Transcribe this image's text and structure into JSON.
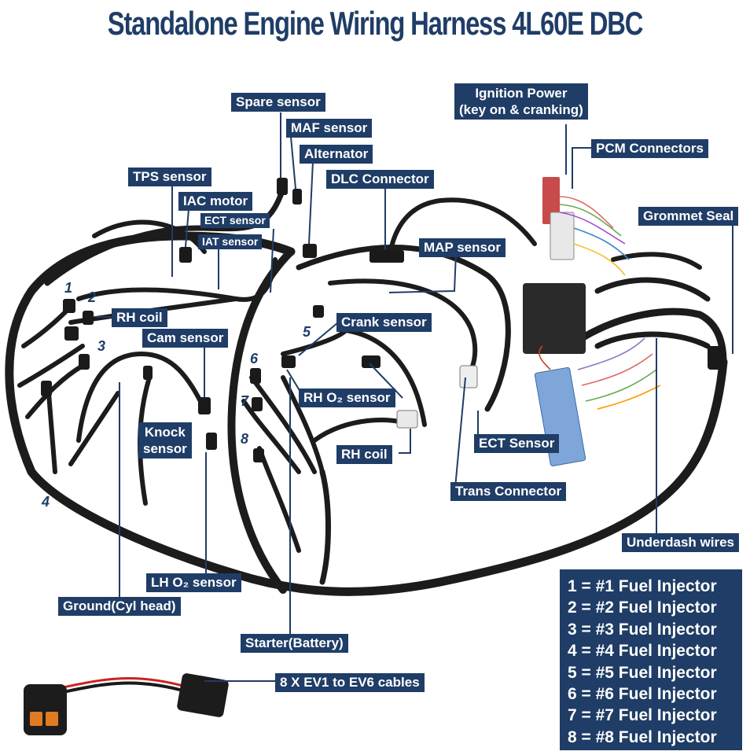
{
  "title": "Standalone Engine Wiring Harness 4L60E  DBC",
  "labels": {
    "spare_sensor": "Spare sensor",
    "maf_sensor": "MAF sensor",
    "alternator": "Alternator",
    "dlc_connector": "DLC Connector",
    "tps_sensor": "TPS sensor",
    "iac_motor": "IAC motor",
    "ect_sensor": "ECT sensor",
    "iat_sensor": "IAT sensor",
    "ignition_power": "Ignition Power",
    "ignition_power_sub": "(key on & cranking)",
    "pcm_connectors": "PCM Connectors",
    "grommet_seal": "Grommet Seal",
    "map_sensor": "MAP sensor",
    "rh_coil_top": "RH coil",
    "cam_sensor": "Cam sensor",
    "crank_sensor": "Crank sensor",
    "rh_o2_sensor": "RH O₂ sensor",
    "knock_sensor_1": "Knock",
    "knock_sensor_2": "sensor",
    "rh_coil_bottom": "RH coil",
    "ect_sensor_trans": "ECT Sensor",
    "trans_connector": "Trans Connector",
    "underdash_wires": "Underdash wires",
    "lh_o2_sensor": "LH O₂ sensor",
    "ground_cyl_head": "Ground(Cyl head)",
    "starter_battery": "Starter(Battery)",
    "ev_cables": "8 X EV1 to EV6 cables"
  },
  "numbers": [
    "1",
    "2",
    "3",
    "4",
    "5",
    "6",
    "7",
    "8"
  ],
  "legend": [
    "1 = #1 Fuel Injector",
    "2 = #2 Fuel Injector",
    "3 = #3 Fuel Injector",
    "4 = #4 Fuel Injector",
    "5 = #5 Fuel Injector",
    "6 = #6 Fuel Injector",
    "7 = #7 Fuel Injector",
    "8 = #8 Fuel Injector"
  ],
  "colors": {
    "label_bg": "#1f3d66",
    "label_text": "#ffffff",
    "title": "#1f3d66",
    "harness": "#1c1c1c"
  }
}
